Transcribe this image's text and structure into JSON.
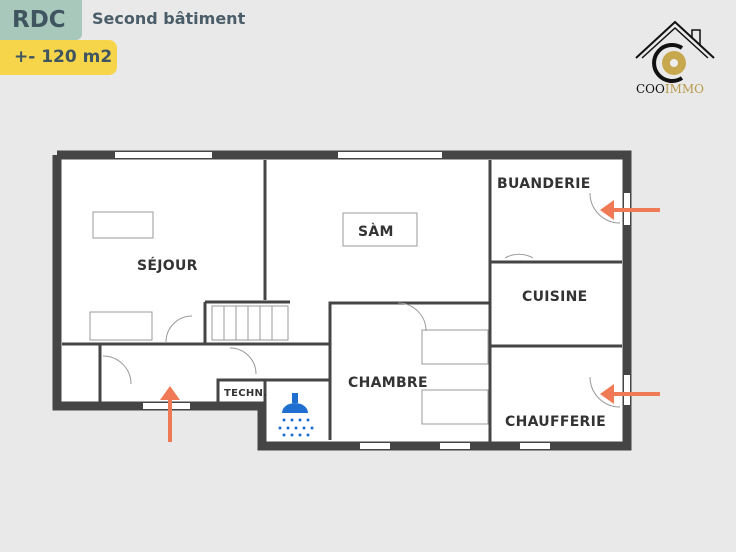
{
  "header": {
    "level": "RDC",
    "subtitle": "Second bâtiment",
    "area": "+- 120 m2"
  },
  "logo": {
    "brand_a": "COO",
    "brand_b": "IMMO"
  },
  "rooms": {
    "sejour": "SÉJOUR",
    "sam": "SÀM",
    "buanderie": "BUANDERIE",
    "cuisine": "CUISINE",
    "chambre": "CHAMBRE",
    "chaufferie": "CHAUFFERIE",
    "techn": "TECHN."
  },
  "colors": {
    "wall": "#454545",
    "arrow": "#f07a55",
    "shower": "#1f6fd1"
  }
}
